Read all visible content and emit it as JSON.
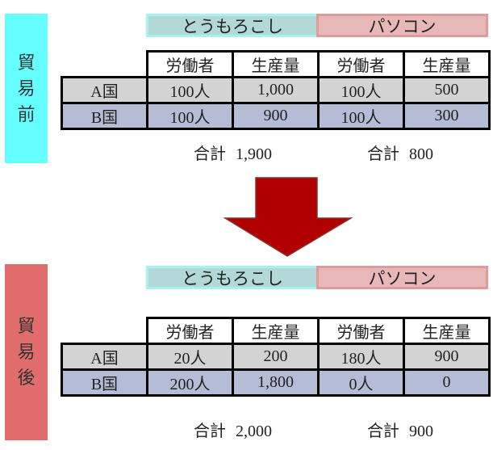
{
  "columns": {
    "goods": [
      "とうもろこし",
      "パソコン"
    ],
    "subheaders": [
      "労働者",
      "生産量",
      "労働者",
      "生産量"
    ]
  },
  "colors": {
    "before": "#66ffff",
    "after": "#e06c6c",
    "arrow": "#b00000",
    "rowA": "#d3d3d3",
    "rowB": "#b4bcd6"
  },
  "total_label": "合計",
  "sections": [
    {
      "title": [
        "貿",
        "易",
        "前"
      ],
      "rows": [
        {
          "label": "A国",
          "cells": [
            "100人",
            "1,000",
            "100人",
            "500"
          ]
        },
        {
          "label": "B国",
          "cells": [
            "100人",
            "900",
            "100人",
            "300"
          ]
        }
      ],
      "totals": [
        "1,900",
        "800"
      ]
    },
    {
      "title": [
        "貿",
        "易",
        "後"
      ],
      "rows": [
        {
          "label": "A国",
          "cells": [
            "20人",
            "200",
            "180人",
            "900"
          ]
        },
        {
          "label": "B国",
          "cells": [
            "200人",
            "1,800",
            "0人",
            "0"
          ]
        }
      ],
      "totals": [
        "2,000",
        "900"
      ]
    }
  ]
}
